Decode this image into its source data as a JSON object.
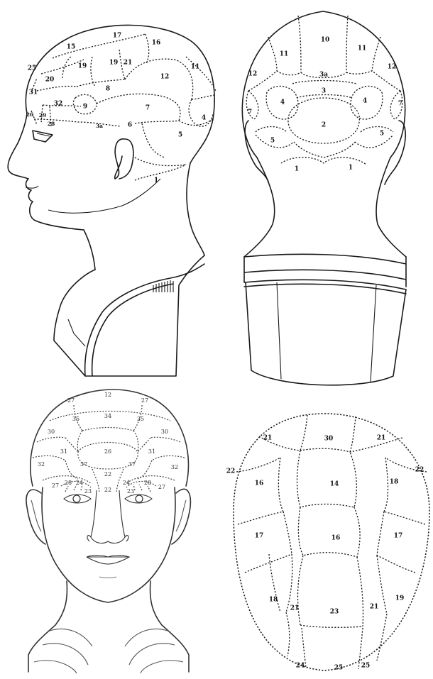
{
  "figure": {
    "panels": [
      {
        "id": "side",
        "labels": [
          "17",
          "16",
          "15",
          "25",
          "20",
          "19",
          "19",
          "21",
          "12",
          "11",
          "31",
          "32",
          "8",
          "9",
          "7",
          "4",
          "26",
          "29",
          "28",
          "3a",
          "6",
          "5",
          "1"
        ]
      },
      {
        "id": "back",
        "labels": [
          "10",
          "11",
          "11",
          "12",
          "12",
          "3a",
          "3",
          "4",
          "4",
          "7",
          "7",
          "2",
          "5",
          "5",
          "1",
          "1"
        ]
      },
      {
        "id": "front",
        "labels": [
          "12",
          "27",
          "27",
          "34",
          "35",
          "35",
          "30",
          "30",
          "31",
          "26",
          "31",
          "32",
          "37",
          "22",
          "37",
          "32",
          "27",
          "28",
          "24",
          "23",
          "22",
          "24",
          "23",
          "28",
          "27"
        ]
      },
      {
        "id": "top",
        "labels": [
          "21",
          "30",
          "21",
          "22",
          "16",
          "14",
          "18",
          "22",
          "17",
          "16",
          "17",
          "18",
          "21",
          "21",
          "19",
          "23",
          "24",
          "25"
        ]
      }
    ]
  }
}
